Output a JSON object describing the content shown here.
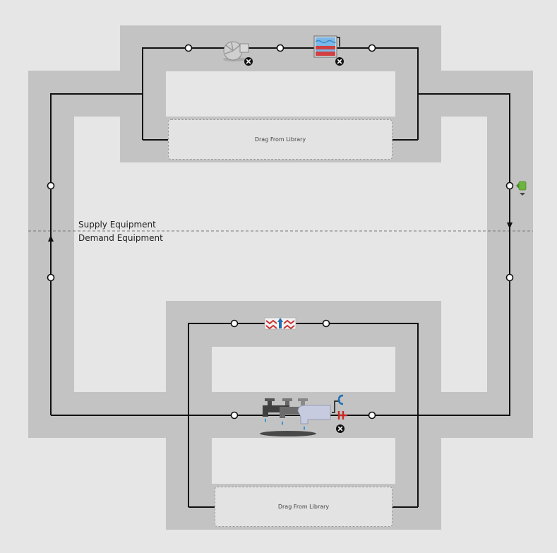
{
  "section_labels": {
    "supply": "Supply Equipment",
    "demand": "Demand Equipment"
  },
  "drop_zones": {
    "supply": "Drag From Library",
    "demand": "Drag From Library"
  },
  "components": {
    "pump": {
      "icon": "pump-icon",
      "color": "#bdbdbd"
    },
    "water_heater": {
      "icon": "water-heater-icon",
      "color": "#d04040"
    },
    "setpoint_manager": {
      "icon": "setpoint-manager-icon",
      "color": "#6cb33f"
    },
    "heat_exchanger": {
      "icon": "heat-exchanger-icon",
      "color": "#c83232"
    },
    "water_use_connections": {
      "icon": "water-faucet-icon",
      "cold_label": "C",
      "hot_label": "H",
      "cold_color": "#1f6fb5",
      "hot_color": "#c62828"
    }
  },
  "colors": {
    "background": "#e6e6e6",
    "band": "#c3c3c3",
    "pipe": "#111111",
    "divider": "#777777"
  }
}
